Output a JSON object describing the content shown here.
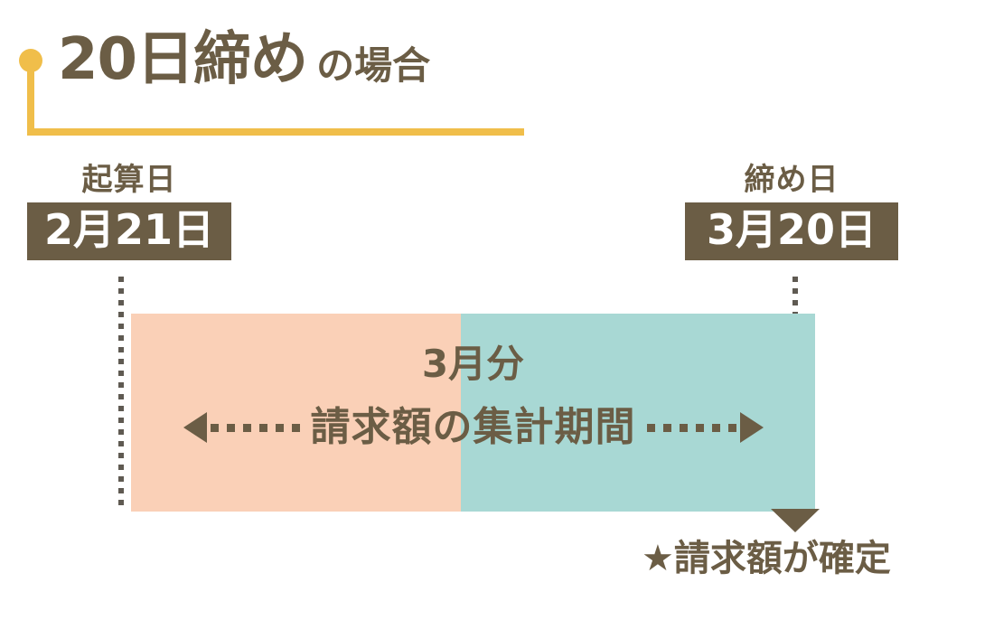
{
  "title": {
    "main": "20日締め",
    "suffix": "の場合"
  },
  "markers": {
    "start": {
      "caption": "起算日",
      "date": "2月21日"
    },
    "end": {
      "caption": "締め日",
      "date": "3月20日"
    }
  },
  "period": {
    "month_label": "3月分",
    "range_label": "請求額の集計期間",
    "segments": [
      {
        "name": "previous-month-portion",
        "color": "#fad0b7"
      },
      {
        "name": "current-month-portion",
        "color": "#a8d8d4"
      }
    ]
  },
  "conclusion": {
    "text": "★請求額が確定"
  },
  "colors": {
    "brown": "#6b5d45",
    "accent_yellow": "#f0be4a",
    "peach": "#fad0b7",
    "teal": "#a8d8d4",
    "dotted_gray": "#5f5a52"
  }
}
